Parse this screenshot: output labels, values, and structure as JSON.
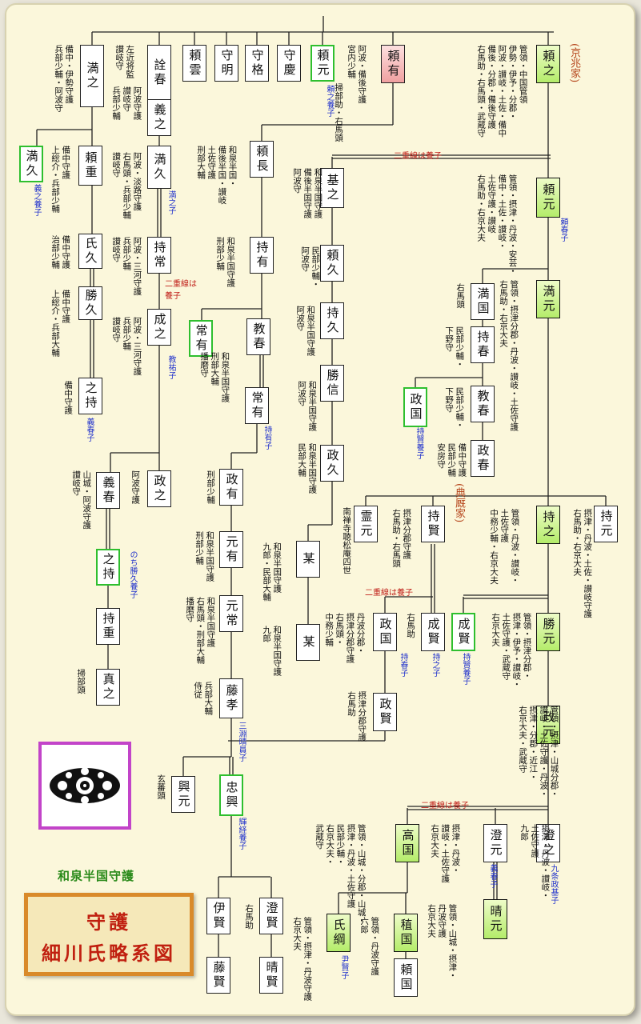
{
  "subtitle": "和泉半国守護",
  "title": {
    "line1": "守護",
    "line2": "細川氏略系図"
  },
  "crest": {
    "icon": "hosokawa-kuyo-crest-icon",
    "color": "#111111"
  },
  "colors": {
    "line": "#222222",
    "green_box": "#b4ec6a",
    "pink_box": "#f0a0a0",
    "adopt_border": "#2fbf2f",
    "note_blue": "#2233cc",
    "note_red": "#c0201a",
    "house_label": "#b5441a"
  },
  "persons": [
    {
      "id": "mitsuyuki1",
      "name": "満之"
    },
    {
      "id": "akiharu1",
      "name": "詮春"
    },
    {
      "id": "yoriun",
      "name": "頼雲"
    },
    {
      "id": "morimei",
      "name": "守明"
    },
    {
      "id": "morikaku",
      "name": "守格"
    },
    {
      "id": "morikei",
      "name": "守慶"
    },
    {
      "id": "yorimoto0",
      "name": "頼元"
    },
    {
      "id": "yoriari0",
      "name": "頼有"
    },
    {
      "id": "yoriyuki",
      "name": "頼之"
    },
    {
      "id": "mitsuhisa",
      "name": "満久"
    },
    {
      "id": "yorishige",
      "name": "頼重"
    },
    {
      "id": "yoshiyuki",
      "name": "義之"
    },
    {
      "id": "mitsuhisa2",
      "name": "満久"
    },
    {
      "id": "yorinaga",
      "name": "頼長"
    },
    {
      "id": "motoyuki",
      "name": "基之"
    },
    {
      "id": "yorimoto",
      "name": "頼元"
    },
    {
      "id": "ujihisa",
      "name": "氏久"
    },
    {
      "id": "mochitsune",
      "name": "持常"
    },
    {
      "id": "mochiari",
      "name": "持有"
    },
    {
      "id": "yorihisa",
      "name": "頼久"
    },
    {
      "id": "mitsumoto",
      "name": "満元"
    },
    {
      "id": "mitsukuni",
      "name": "満国"
    },
    {
      "id": "katsuhisa",
      "name": "勝久"
    },
    {
      "id": "shigeyuki",
      "name": "成之"
    },
    {
      "id": "tsuneari",
      "name": "常有"
    },
    {
      "id": "noriharu",
      "name": "教春"
    },
    {
      "id": "mochihisa",
      "name": "持久"
    },
    {
      "id": "mochiharu",
      "name": "持春"
    },
    {
      "id": "katsunobu",
      "name": "勝信"
    },
    {
      "id": "noriharu2",
      "name": "教春"
    },
    {
      "id": "tsuneari2",
      "name": "常有"
    },
    {
      "id": "yukimochi",
      "name": "之持"
    },
    {
      "id": "masakuni1",
      "name": "政国"
    },
    {
      "id": "masahisa",
      "name": "政久"
    },
    {
      "id": "masaharu",
      "name": "政春"
    },
    {
      "id": "yoshiharu",
      "name": "義春"
    },
    {
      "id": "masayuki",
      "name": "政之"
    },
    {
      "id": "masaari",
      "name": "政有"
    },
    {
      "id": "reigen",
      "name": "霊元"
    },
    {
      "id": "mochikata",
      "name": "持賢"
    },
    {
      "id": "mochiyuki",
      "name": "持之"
    },
    {
      "id": "mochikata2",
      "name": "持元"
    },
    {
      "id": "yukimochi2",
      "name": "之持"
    },
    {
      "id": "motoari",
      "name": "元有"
    },
    {
      "id": "nanigashi1",
      "name": "某"
    },
    {
      "id": "mochishige",
      "name": "持重"
    },
    {
      "id": "motonobu",
      "name": "元常"
    },
    {
      "id": "masakuni2",
      "name": "政国"
    },
    {
      "id": "shigekata",
      "name": "成賢"
    },
    {
      "id": "shigekata2",
      "name": "成賢"
    },
    {
      "id": "katsumoto",
      "name": "勝元"
    },
    {
      "id": "nanigashi2",
      "name": "某"
    },
    {
      "id": "saneyuki",
      "name": "真之"
    },
    {
      "id": "fujitaka",
      "name": "藤孝"
    },
    {
      "id": "masakata",
      "name": "政賢"
    },
    {
      "id": "masamoto",
      "name": "政元"
    },
    {
      "id": "okimoto",
      "name": "興元"
    },
    {
      "id": "tadaoki",
      "name": "忠興"
    },
    {
      "id": "takakuni",
      "name": "高国"
    },
    {
      "id": "sumimoto",
      "name": "澄元"
    },
    {
      "id": "sumiyuki",
      "name": "澄之"
    },
    {
      "id": "ikata",
      "name": "伊賢"
    },
    {
      "id": "sumikata",
      "name": "澄賢"
    },
    {
      "id": "ujitsuna",
      "name": "氏綱"
    },
    {
      "id": "tanekuni",
      "name": "稙国"
    },
    {
      "id": "harumoto",
      "name": "晴元"
    },
    {
      "id": "fujikata",
      "name": "藤賢"
    },
    {
      "id": "harukata",
      "name": "晴賢"
    },
    {
      "id": "yorikuni",
      "name": "頼国"
    }
  ],
  "offices": [
    "備中・伊勢守護\n兵部少輔・阿波守",
    "左近将監\n讃岐守",
    "阿波・備後守護\n宮内少輔",
    "掃部助・右馬頭",
    "管領・中国管領\n伊勢・伊予・分郡・\n阿波・讃岐・土佐・備中\n備後・分郡・備後守護\n右馬助・右馬頭・武蔵守",
    "備中守護\n上総介・兵部少輔",
    "阿波守護\n讃岐守\n兵部少輔",
    "和泉半国・\n備後半国・讃岐\n土佐守護\n刑部大輔",
    "和泉半国守護\n備後半国守護\n阿波守",
    "管領・摂津・丹波・安芸・\n備中・土佐・讃岐・\n土佐守護・讃岐\n右馬助・右京大夫",
    "備中守護\n治部少輔",
    "阿波・淡路守護\n右馬頭・兵部少輔\n讃岐守",
    "和泉半国守護\n刑部少輔",
    "民部少輔・\n阿波守",
    "備中守護\n上総介・兵部大輔",
    "阿波・三河守護\n兵部少輔\n讃岐守",
    "右馬頭",
    "管領・摂津分郡・丹波・讃岐・土佐守護\n右馬助・右京大夫",
    "和泉半国守護\n阿波守",
    "阿波・三河守護\n兵部少輔\n讃岐守",
    "民部少輔・\n下野守",
    "和泉半国守護\n刑部大輔\n播磨守",
    "和泉半国守護\n阿波守",
    "備中守護",
    "民部少輔・\n下野守",
    "備中守護\n民部少輔\n安房守",
    "和泉半国守護\n民部大輔",
    "山城・阿波守護\n讃岐守",
    "阿波守護",
    "刑部少輔",
    "南禅寺聴松庵四世",
    "摂津分郡守護\n右馬助・右馬頭",
    "管領・丹波・讃岐・\n土佐守護\n中務少輔・右京大夫",
    "摂津・丹波・土佐・讃岐守護\n右馬助・右京大夫",
    "和泉半国守護\n刑部少輔",
    "和泉半国守護\n九郎・民部大輔",
    "丹波分郡・\n摂津分郡守護\n右馬頭・\n中務少輔",
    "右馬助",
    "管領・摂津分郡・\n摂津・伊予・讃岐・\n土佐守護・武蔵守\n右京大夫",
    "和泉半国守護\n右馬頭・刑部大輔\n播磨守",
    "和泉半国守護\n九郎",
    "掃部頭",
    "兵部大輔\n侍従",
    "摂津分郡守護\n右馬助",
    "管領・摂津・山城分郡・\n讃岐・土佐守護・丹波・\n摂津・分郡・近江・\n右京大夫・武蔵守",
    "玄蕃頭",
    "管領・山城・分郡・山城・\n摂津・丹波・土佐守護\n民部少輔・\n右京大夫・\n武蔵守",
    "摂津・丹波・\n讃岐・土佐守護\n右京大夫",
    "摂津・丹波・讃岐・\n土佐守護\n九郎",
    "右馬助",
    "管領・摂津・丹波守護\n右京大夫",
    "管領・丹波守護\n六郎",
    "管領・山城・摂津・\n丹波守護\n右京大夫"
  ],
  "blue_notes": [
    "頼之養子",
    "義之養子",
    "満之子",
    "頼春子",
    "教祐子",
    "持賢養子",
    "持有子",
    "義春子",
    "のち勝久養子",
    "持春子",
    "持之子",
    "持賢養子",
    "三淵晴員子",
    "義春子",
    "九条政基子",
    "輝経養子",
    "尹賢子"
  ],
  "house_labels": [
    "(京兆家)",
    "(典厩家)"
  ],
  "red_notes": [
    "二重線は養子",
    "二重線は\n養子",
    "二重線は養子",
    "二重線は養子"
  ]
}
